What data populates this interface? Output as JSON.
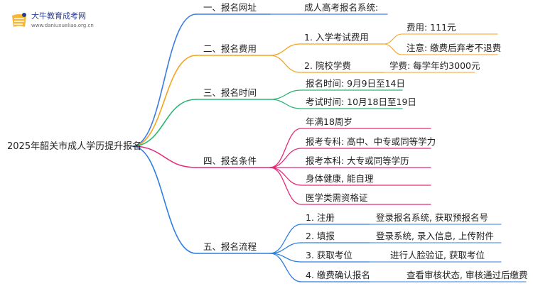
{
  "logo": {
    "title": "大牛教育成考网",
    "url": "www.daniuxueliao.org.cn"
  },
  "root": "2025年韶关市成人学历提升报名",
  "branches": [
    {
      "label": "一、报名网址",
      "color": "#3d7de0",
      "children": [
        {
          "label": "成人高考报名系统:",
          "children": []
        }
      ]
    },
    {
      "label": "二、报名费用",
      "color": "#f5a31a",
      "children": [
        {
          "label": "1. 入学考试费用",
          "children": [
            "费用: 111元",
            "注意: 缴费后弃考不退费"
          ]
        },
        {
          "label": "2. 院校学费",
          "children": [
            "学费: 每学年约3000元"
          ]
        }
      ]
    },
    {
      "label": "三、报名时间",
      "color": "#2bb673",
      "children": [
        {
          "label": "报名时间: 9月9日至14日",
          "children": []
        },
        {
          "label": "考试时间: 10月18日至19日",
          "children": []
        }
      ]
    },
    {
      "label": "四、报名条件",
      "color": "#e6297a",
      "children": [
        {
          "label": "年满18周岁",
          "children": []
        },
        {
          "label": "报考专科: 高中、中专或同等学力",
          "children": []
        },
        {
          "label": "报考本科: 大专或同等学历",
          "children": []
        },
        {
          "label": "身体健康, 能自理",
          "children": []
        },
        {
          "label": "医学类需资格证",
          "children": []
        }
      ]
    },
    {
      "label": "五、报名流程",
      "color": "#2f7fe0",
      "children": [
        {
          "label": "1. 注册",
          "children": [
            "登录报名系统, 获取预报名号"
          ]
        },
        {
          "label": "2. 填报",
          "children": [
            "登录系统, 录入信息, 上传附件"
          ]
        },
        {
          "label": "3. 获取考位",
          "children": [
            "进行人脸验证, 获取考位"
          ]
        },
        {
          "label": "4. 缴费确认报名",
          "children": [
            "查看审核状态, 审核通过后缴费"
          ]
        }
      ]
    }
  ]
}
